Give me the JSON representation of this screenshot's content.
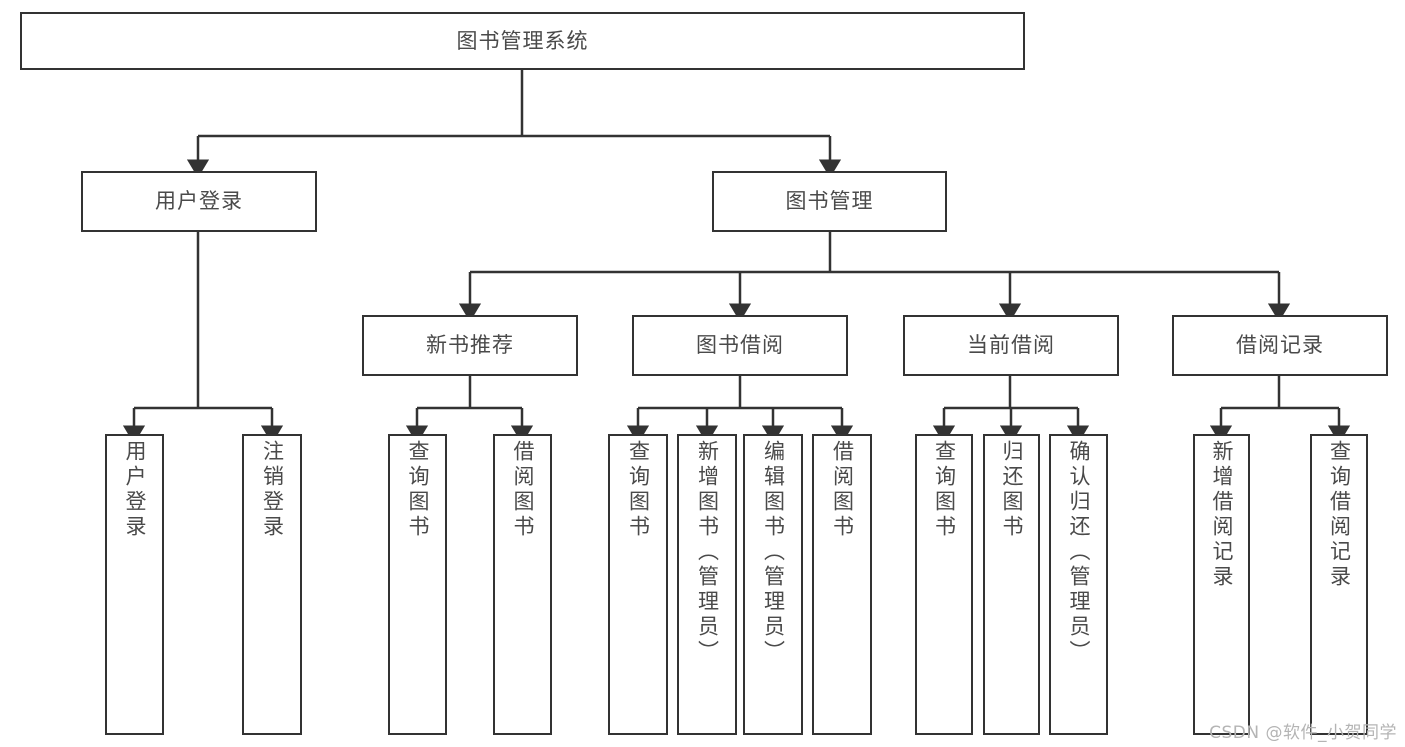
{
  "diagram": {
    "title": "图书管理系统",
    "watermark": "CSDN @软件_小贺同学",
    "colors": {
      "stroke": "#333333",
      "text": "#4a4a4a",
      "background": "#ffffff",
      "watermark": "#b4b4b4"
    },
    "root": {
      "label": "图书管理系统"
    },
    "level2": [
      {
        "label": "用户登录"
      },
      {
        "label": "图书管理"
      }
    ],
    "level3": [
      {
        "label": "新书推荐"
      },
      {
        "label": "图书借阅"
      },
      {
        "label": "当前借阅"
      },
      {
        "label": "借阅记录"
      }
    ],
    "leaves": {
      "user_login": [
        {
          "label": "用户登录"
        },
        {
          "label": "注销登录"
        }
      ],
      "new_book": [
        {
          "label": "查询图书"
        },
        {
          "label": "借阅图书"
        }
      ],
      "book_borrow": [
        {
          "label": "查询图书"
        },
        {
          "label": "新增图书（管理员）"
        },
        {
          "label": "编辑图书（管理员）"
        },
        {
          "label": "借阅图书"
        }
      ],
      "current_borrow": [
        {
          "label": "查询图书"
        },
        {
          "label": "归还图书"
        },
        {
          "label": "确认归还（管理员）"
        }
      ],
      "borrow_record": [
        {
          "label": "新增借阅记录"
        },
        {
          "label": "查询借阅记录"
        }
      ]
    }
  }
}
